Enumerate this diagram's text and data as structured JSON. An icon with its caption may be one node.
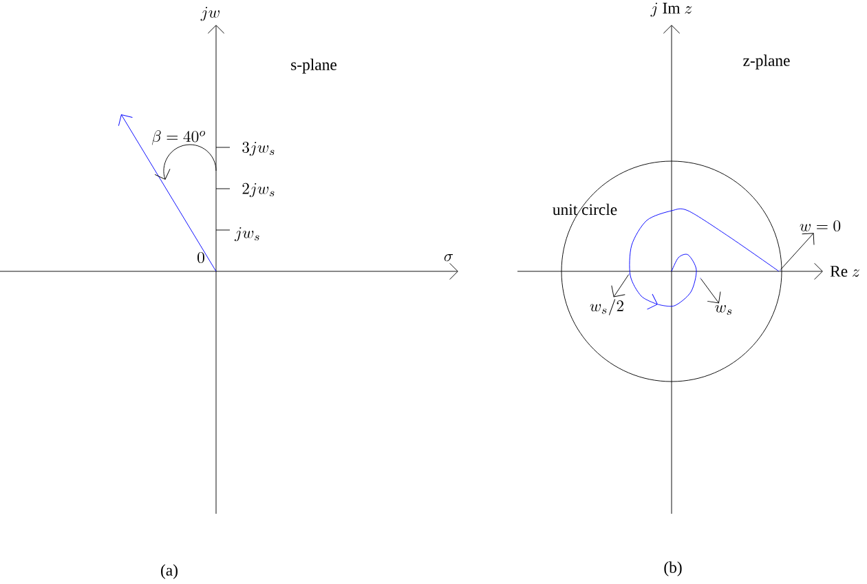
{
  "diagram": {
    "nodes": [
      {
        "text": [
          "w=0"
        ]
      },
      {
        "text": [
          "w_s/2"
        ]
      },
      {
        "text": [
          "w_s"
        ]
      },
      {
        "text": [],
        "shape": "point"
      },
      {
        "text": [],
        "shape": "point"
      },
      {
        "text": [],
        "shape": "point"
      }
    ],
    "edges": [
      {
        "from": 3,
        "to": 0,
        "arrow": "to"
      },
      {
        "from": 4,
        "to": 1,
        "arrow": "to"
      },
      {
        "from": 5,
        "to": 2,
        "arrow": "to"
      }
    ],
    "labels": [
      "jw",
      "s-plane",
      "\\beta=40^o",
      "3jw_s",
      "2jw_s",
      "jw_s",
      "0",
      "\\sigma",
      "(a)",
      "j\\ \\mathrm{Im}\\ z",
      "z-plane",
      "unit circle",
      "\\mathrm{Re}\\ z",
      "(b)"
    ]
  }
}
